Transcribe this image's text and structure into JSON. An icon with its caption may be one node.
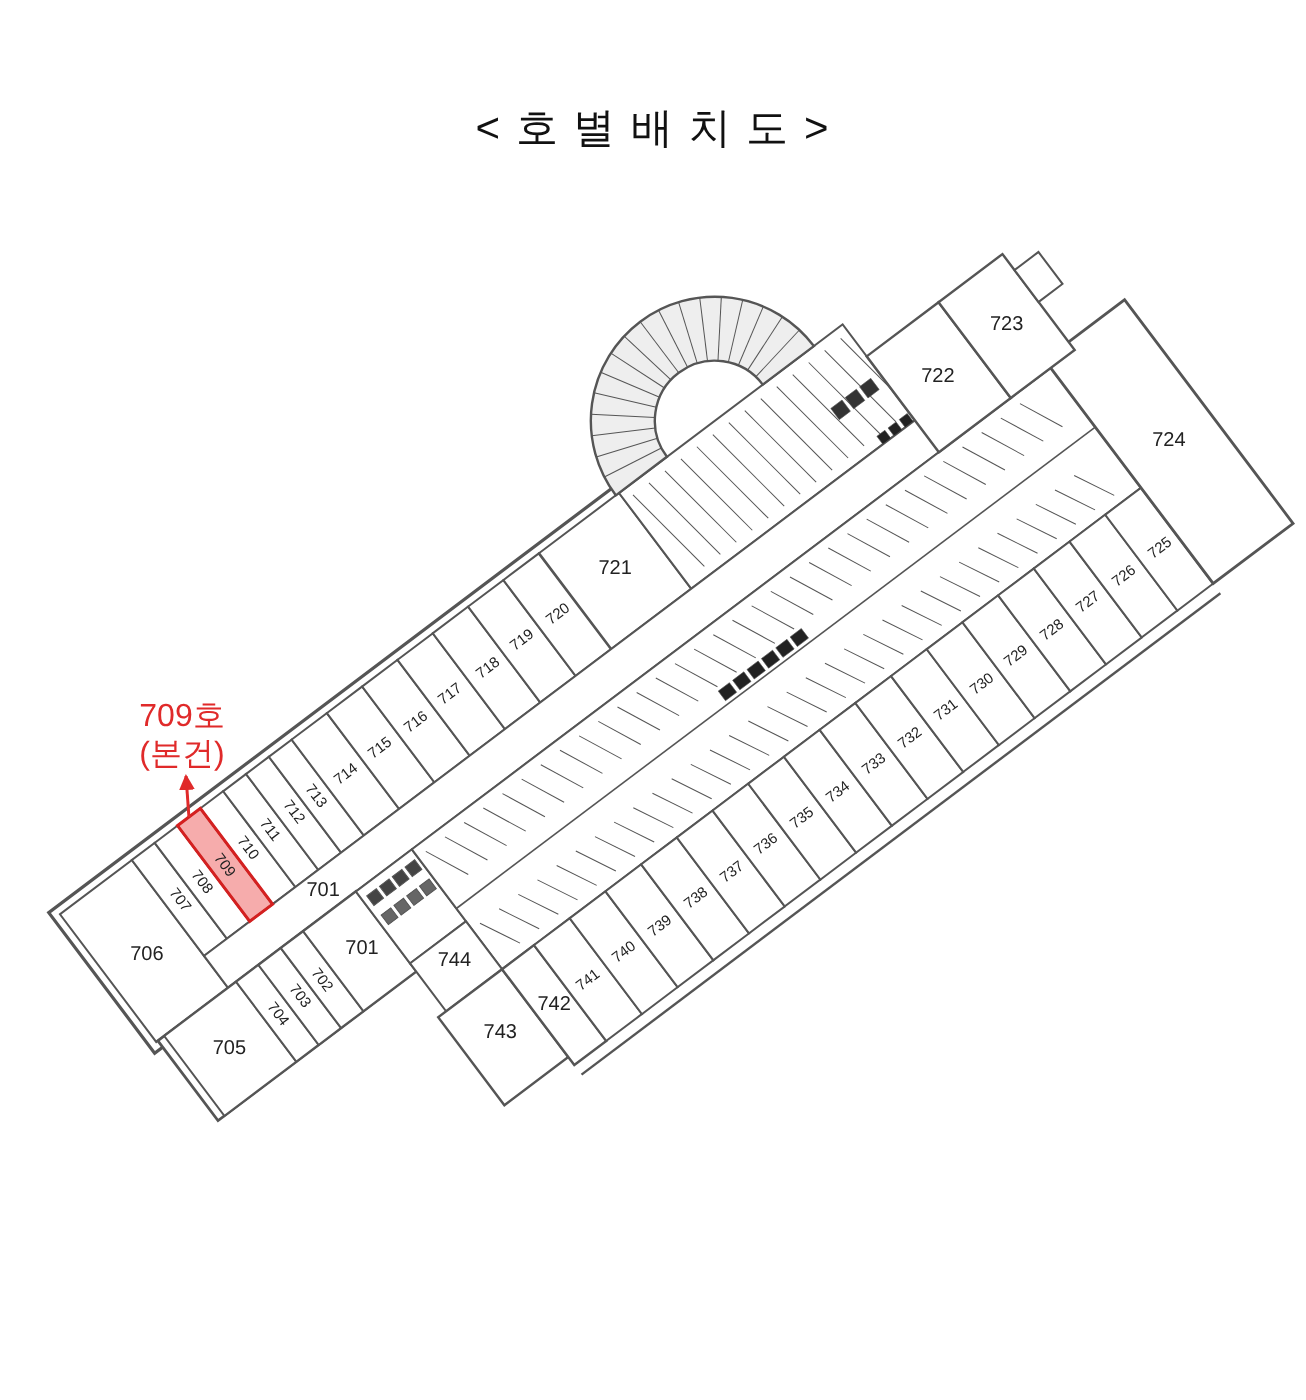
{
  "diagram": {
    "title": "< 호 별 배 치 도 >",
    "nodes": [
      {
        "text": [
          "709호 (본건)"
        ]
      },
      {
        "text": [
          "709"
        ]
      }
    ],
    "edges": [
      {
        "from": 1,
        "to": 0,
        "arrow": "to"
      }
    ],
    "labels": [
      "723",
      "722",
      "724",
      "721",
      "720",
      "719",
      "718",
      "717",
      "716",
      "715",
      "714",
      "713",
      "712",
      "711",
      "710",
      "708",
      "707",
      "725",
      "726",
      "727",
      "728",
      "729",
      "730",
      "731",
      "732",
      "733",
      "734",
      "735",
      "736",
      "737",
      "738",
      "739",
      "740",
      "741",
      "701",
      "706",
      "701",
      "744",
      "702",
      "703",
      "704",
      "743",
      "742",
      "705"
    ]
  }
}
